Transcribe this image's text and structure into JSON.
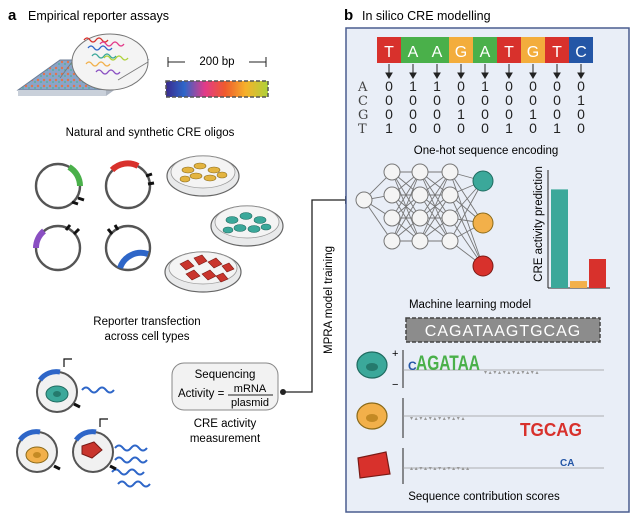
{
  "panel_a": {
    "letter": "a",
    "title": "Empirical reporter assays",
    "scale_label": "200 bp",
    "oligos_label": "Natural and synthetic CRE oligos",
    "transfection_label_1": "Reporter transfection",
    "transfection_label_2": "across cell types",
    "formula_top": "Sequencing",
    "formula_lhs": "Activity =",
    "formula_num": "mRNA",
    "formula_den": "plasmid",
    "measure_label_1": "CRE activity",
    "measure_label_2": "measurement",
    "training_label": "MPRA model training"
  },
  "panel_b": {
    "letter": "b",
    "title": "In silico CRE modelling",
    "sequence": [
      "T",
      "A",
      "A",
      "G",
      "A",
      "T",
      "G",
      "T",
      "C"
    ],
    "base_labels": [
      "A",
      "C",
      "G",
      "T"
    ],
    "onehot": [
      [
        "0",
        "1",
        "1",
        "0",
        "1",
        "0",
        "0",
        "0",
        "0"
      ],
      [
        "0",
        "0",
        "0",
        "0",
        "0",
        "0",
        "0",
        "0",
        "1"
      ],
      [
        "0",
        "0",
        "0",
        "1",
        "0",
        "0",
        "1",
        "0",
        "0"
      ],
      [
        "1",
        "0",
        "0",
        "0",
        "0",
        "1",
        "0",
        "1",
        "0"
      ]
    ],
    "onehot_label": "One-hot sequence encoding",
    "prediction_axis_label": "CRE activity prediction",
    "ml_label": "Machine learning model",
    "query_sequence": "CAGATAAGTGCAG",
    "plus_sign": "+",
    "minus_sign": "−",
    "logo1": "AGATAA",
    "logo1_prefix": "C",
    "logo2": "TGCAG",
    "logo3": "CA",
    "contrib_label": "Sequence contribution scores"
  },
  "colors": {
    "A": "#f0a630",
    "C": "#2456a6",
    "G": "#f3ad3c",
    "T": "#d8312c",
    "teal": "#3ba89a",
    "orange": "#f2b04a",
    "red": "#d8312c",
    "panel_bg": "#e9eef7",
    "panel_border": "#4a5d8f"
  },
  "chart_data": {
    "type": "bar",
    "categories": [
      "teal cell type",
      "orange cell type",
      "red cell type"
    ],
    "values": [
      0.85,
      0.06,
      0.25
    ],
    "ylabel": "CRE activity prediction"
  }
}
